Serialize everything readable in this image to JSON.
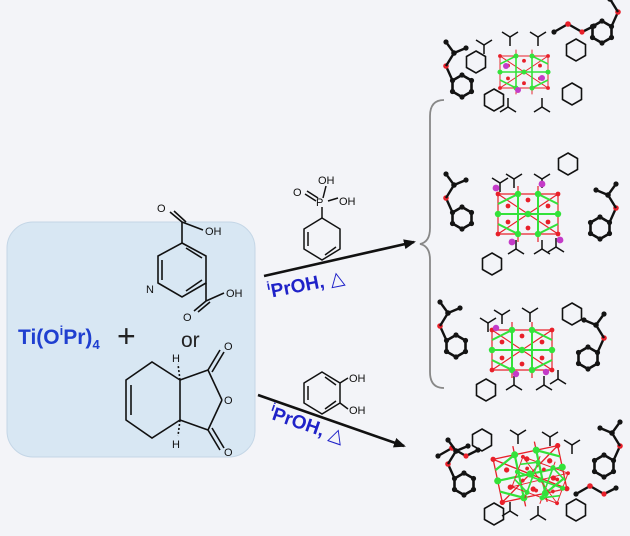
{
  "reagents": {
    "titanium_prefix": "Ti(O",
    "titanium_sup": "i",
    "titanium_suffix": "Pr)",
    "titanium_sub": "4",
    "plus": "+",
    "or": "or"
  },
  "labels": {
    "oh": "OH",
    "o": "O",
    "p": "P",
    "n": "N",
    "h": "H"
  },
  "conditions": {
    "top": {
      "sup": "i",
      "solvent": "PrOH,",
      "heat": "△"
    },
    "bottom": {
      "sup": "i",
      "solvent": "PrOH,",
      "heat": "△"
    }
  },
  "colors": {
    "panel": "#d8e7f3",
    "conditions_text": "#1f22c8",
    "reagent_text": "#1f3fd0",
    "titanium_atom": "#33e23a",
    "oxygen_atom": "#e8202a",
    "phosphorus_atom": "#c43bc8",
    "carbon_atom": "#141414"
  }
}
